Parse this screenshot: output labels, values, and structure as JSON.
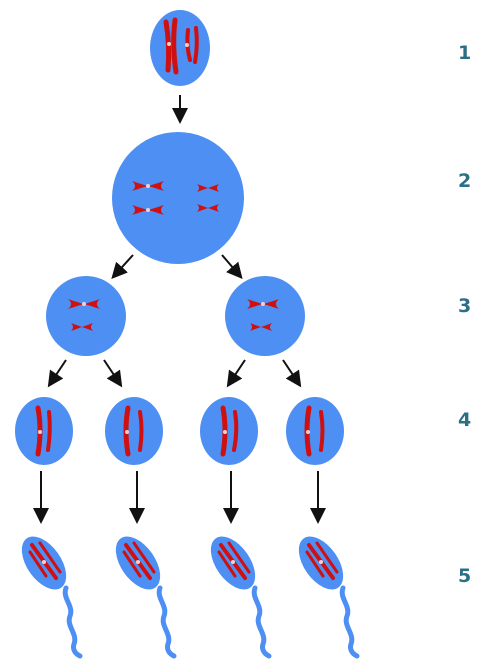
{
  "colors": {
    "cell": "#4d8ff2",
    "chromosome": "#d01010",
    "centromere": "#f2d0d0",
    "arrow": "#111111",
    "tail": "#4d8ff2",
    "label": "#2b6f87"
  },
  "steps": [
    {
      "label": "1"
    },
    {
      "label": "2"
    },
    {
      "label": "3"
    },
    {
      "label": "4"
    },
    {
      "label": "5"
    }
  ]
}
